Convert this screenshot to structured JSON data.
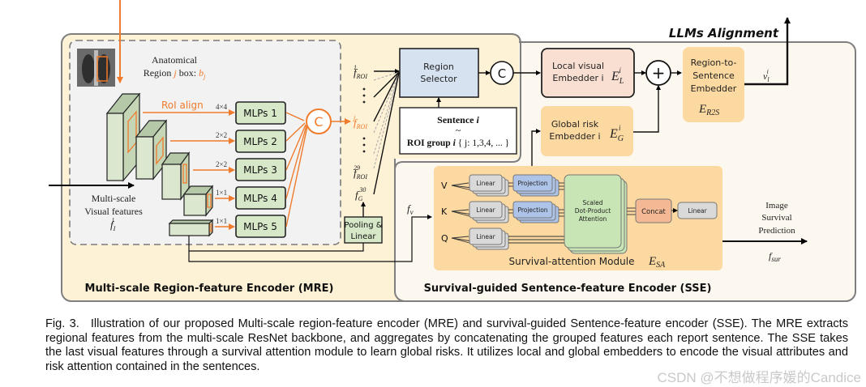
{
  "figure": {
    "top_label": "LLMs Alignment",
    "mre": {
      "title": "Multi-scale Region-feature Encoder (MRE)",
      "anatomical_label_line1": "Anatomical",
      "anatomical_label_line2_prefix": "Region ",
      "anatomical_label_j": "j",
      "anatomical_label_mid": " box: ",
      "anatomical_label_b": "b",
      "anatomical_label_b_sub": "j",
      "roi_align": "RoI align",
      "visual_features_line1": "Multi-scale",
      "visual_features_line2": "Visual features",
      "visual_features_symbol": "f",
      "visual_features_sub": "I",
      "visual_features_sup": "l",
      "pool_sizes": [
        "4×4",
        "2×2",
        "2×2",
        "1×1",
        "1×1"
      ],
      "mlps": [
        "MLPs 1",
        "MLPs 2",
        "MLPs 3",
        "MLPs 4",
        "MLPs 5"
      ],
      "concat_symbol": "C",
      "pooling_line1": "Pooling &",
      "pooling_line2": "Linear",
      "features": {
        "f": "f",
        "roi_sub": "ROI",
        "g_sub": "G",
        "sup_1": "1",
        "sup_j": "j",
        "sup_29": "29",
        "sup_30": "30",
        "dots": "·"
      }
    },
    "region_selector": {
      "line1": "Region",
      "line2": "Selector",
      "concat_symbol": "C"
    },
    "sentence_box": {
      "line1": "Sentence ",
      "line1_i": "i",
      "tilde": "~",
      "line3_prefix": "ROI group ",
      "line3_i": "i",
      "line3_set": " { j: 1,3,4, ... }"
    },
    "sse": {
      "title": "Survival-guided Sentence-feature Encoder (SSE)",
      "local_embedder_line1": "Local visual",
      "local_embedder_line2": "Embedder i",
      "local_symbol": "E",
      "local_sub": "L",
      "local_sup": "i",
      "global_embedder_line1": "Global risk",
      "global_embedder_line2": "Embedder i",
      "global_symbol": "E",
      "global_sub": "G",
      "global_sup": "i",
      "plus_symbol": "+",
      "r2s_line1": "Region-to-",
      "r2s_line2": "Sentence",
      "r2s_line3": "Embedder",
      "r2s_symbol": "E",
      "r2s_sub": "R2S",
      "output_symbol": "v",
      "output_sub": "l",
      "output_sup": "i",
      "fv_symbol": "f",
      "fv_sub": "v",
      "attention": {
        "inputs": [
          "V",
          "K",
          "Q"
        ],
        "linear": "Linear",
        "projection": "Projection",
        "sdpa_line1": "Scaled",
        "sdpa_line2": "Dot-Product",
        "sdpa_line3": "Attention",
        "concat": "Concat",
        "module_label": "Survival-attention Module",
        "module_symbol": "E",
        "module_sub": "SA"
      }
    },
    "survival": {
      "line1": "Image",
      "line2": "Survival",
      "line3": "Prediction",
      "symbol": "f",
      "sub": "sur"
    },
    "colors": {
      "orange": "#f07b2c",
      "mre_bg": "#fdf1d6",
      "sse_bg": "#fdf8ef",
      "inner_gray": "#f2f2f2",
      "mlp_green": "#d7e8c8",
      "selector_blue": "#d6e2f0",
      "local_pink": "#f9dfd2",
      "global_orange": "#fcd9a0",
      "attention_bg": "#fcd9a0",
      "sdpa_green": "#c8e6b5",
      "projection_blue": "#aec3e8",
      "linear_gray": "#d9d9d9",
      "concat_salmon": "#f4b894"
    }
  },
  "caption": {
    "fig_label": "Fig. 3.",
    "text": "Illustration of our proposed Multi-scale region-feature encoder (MRE) and survival-guided Sentence-feature encoder (SSE). The MRE extracts regional features from the multi-scale ResNet backbone, and aggregates by concatenating the grouped features each report sentence. The SSE takes the last visual features through a survival attention module to learn global risks. It utilizes local and global embedders to encode the visual attributes and risk attention contained in the sentences."
  },
  "watermark": "CSDN @不想做程序媛的Candice"
}
